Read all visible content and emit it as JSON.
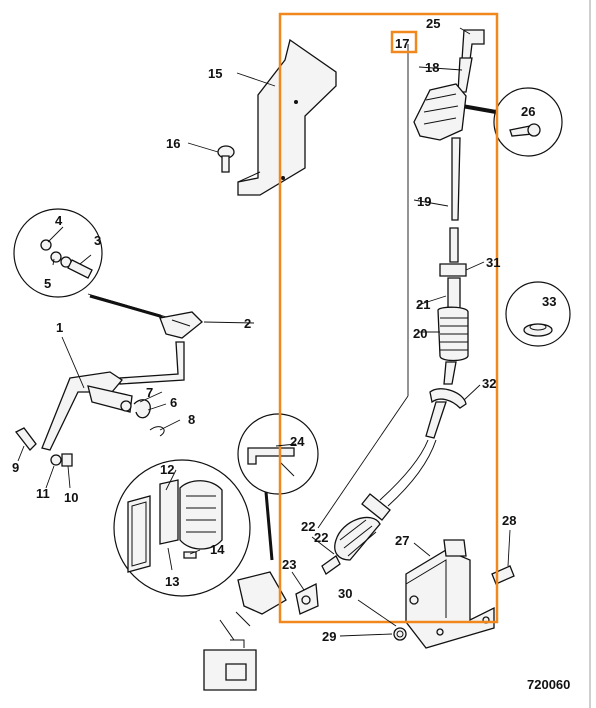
{
  "figure_code": "720060",
  "highlight": {
    "color": "#f0881e",
    "selected_callout": "17"
  },
  "callouts": {
    "c1": "1",
    "c2": "2",
    "c3": "3",
    "c4": "4",
    "c5": "5",
    "c6": "6",
    "c7": "7",
    "c8": "8",
    "c9": "9",
    "c10": "10",
    "c11": "11",
    "c12": "12",
    "c13": "13",
    "c14": "14",
    "c15": "15",
    "c16": "16",
    "c17": "17",
    "c18": "18",
    "c19": "19",
    "c20": "20",
    "c21": "21",
    "c22a": "22",
    "c22b": "22",
    "c23": "23",
    "c24": "24",
    "c25": "25",
    "c26": "26",
    "c27": "27",
    "c28": "28",
    "c29": "29",
    "c30": "30",
    "c31": "31",
    "c32": "32",
    "c33": "33"
  }
}
